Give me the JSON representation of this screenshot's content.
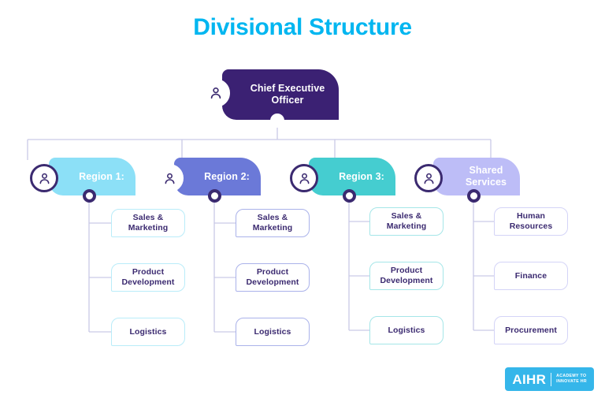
{
  "title": "Divisional Structure",
  "theme": {
    "title_color": "#00b6f0",
    "background": "#ffffff",
    "line_color": "#c9c9e6",
    "ring_color": "#3b2a70",
    "leaf_text_color": "#3b2a70"
  },
  "root": {
    "label": "Chief Executive Officer",
    "icon": "person-icon",
    "fill": "#3b2173",
    "text_color": "#ffffff",
    "dot": "connector-dot"
  },
  "divisions": [
    {
      "id": "region-1",
      "label": "Region 1:",
      "icon": "person-icon",
      "fill": "#8ce0f7",
      "leaf_border": "#b9ecf9",
      "children": [
        {
          "label": "Sales & Marketing"
        },
        {
          "label": "Product Development"
        },
        {
          "label": "Logistics"
        }
      ]
    },
    {
      "id": "region-2",
      "label": "Region 2:",
      "icon": "person-icon",
      "fill": "#6b79d8",
      "leaf_border": "#aab2ea",
      "children": [
        {
          "label": "Sales & Marketing"
        },
        {
          "label": "Product Development"
        },
        {
          "label": "Logistics"
        }
      ]
    },
    {
      "id": "region-3",
      "label": "Region 3:",
      "icon": "person-icon",
      "fill": "#45cdd0",
      "leaf_border": "#a5e6e8",
      "children": [
        {
          "label": "Sales & Marketing"
        },
        {
          "label": "Product Development"
        },
        {
          "label": "Logistics"
        }
      ]
    },
    {
      "id": "shared-services",
      "label": "Shared Services",
      "icon": "person-icon",
      "fill": "#bdbdf7",
      "leaf_border": "#d4d4f7",
      "children": [
        {
          "label": "Human Resources"
        },
        {
          "label": "Finance"
        },
        {
          "label": "Procurement"
        }
      ]
    }
  ],
  "logo": {
    "mark": "AIHR",
    "tagline_line1": "ACADEMY TO",
    "tagline_line2": "INNOVATE HR",
    "background": "#35b6ea"
  }
}
